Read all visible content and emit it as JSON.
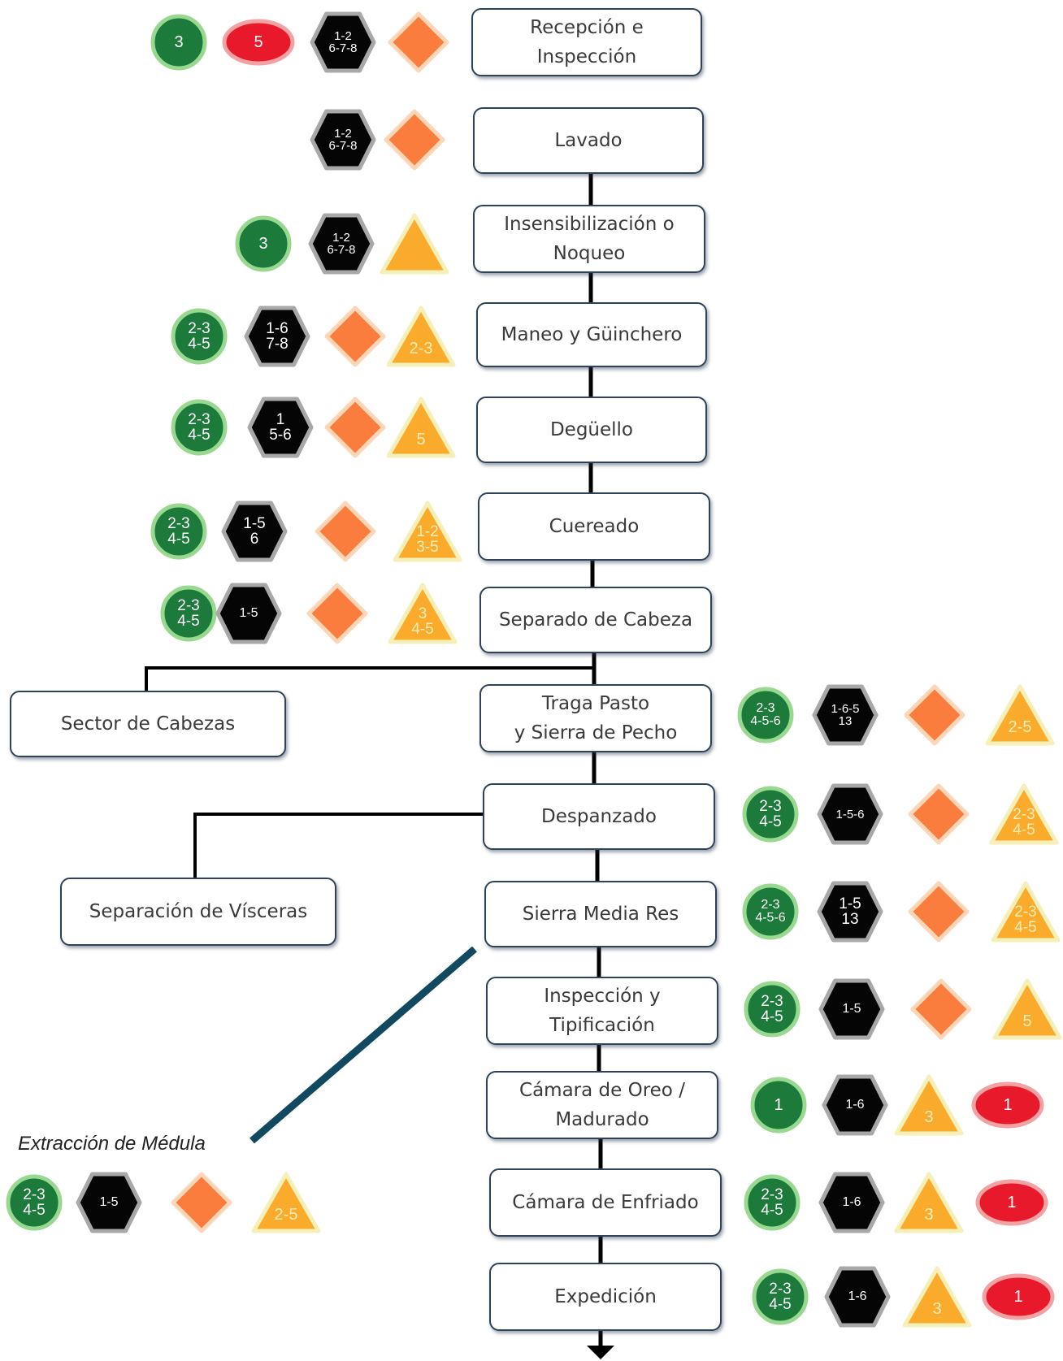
{
  "colors": {
    "green_fill": "#1c7a3a",
    "green_ring": "#98d890",
    "red_fill": "#e8192b",
    "red_ring": "#f2a2a2",
    "hex_fill": "#050505",
    "hex_ring": "#a8a8a8",
    "diamond_fill": "#fb7d3e",
    "diamond_ring": "#fcd6b6",
    "triangle_fill": "#fbab2c",
    "triangle_ring": "#f7efb8",
    "connector": "#000000",
    "slash_line": "#114a60"
  },
  "steps": [
    {
      "id": "recepcion",
      "label": "Recepción e\nInspección"
    },
    {
      "id": "lavado",
      "label": "Lavado"
    },
    {
      "id": "insensibilizacion",
      "label": "Insensibilización o\nNoqueo"
    },
    {
      "id": "maneo",
      "label": "Maneo y Güinchero"
    },
    {
      "id": "deguello",
      "label": "Degüello"
    },
    {
      "id": "cuereado",
      "label": "Cuereado"
    },
    {
      "id": "separado-cabeza",
      "label": "Separado de Cabeza"
    },
    {
      "id": "traga-pasto",
      "label": "Traga Pasto\ny Sierra de Pecho"
    },
    {
      "id": "despanzado",
      "label": "Despanzado"
    },
    {
      "id": "sierra-media-res",
      "label": "Sierra Media Res"
    },
    {
      "id": "inspeccion-tipificacion",
      "label": "Inspección y\nTipificación"
    },
    {
      "id": "camara-oreo",
      "label": "Cámara de Oreo /\nMadurado"
    },
    {
      "id": "camara-enfriado",
      "label": "Cámara de Enfriado"
    },
    {
      "id": "expedicion",
      "label": "Expedición"
    }
  ],
  "branches": [
    {
      "id": "sector-cabezas",
      "label": "Sector de Cabezas"
    },
    {
      "id": "separacion-visceras",
      "label": "Separación de Vísceras"
    }
  ],
  "caption": "Extracción de Médula",
  "symbols": [
    {
      "row": "recepcion",
      "items": [
        {
          "shape": "circle-green",
          "text": "3"
        },
        {
          "shape": "oval-red",
          "text": "5"
        },
        {
          "shape": "hexagon",
          "text": "1-2\n6-7-8"
        },
        {
          "shape": "diamond",
          "text": ""
        }
      ]
    },
    {
      "row": "lavado",
      "items": [
        {
          "shape": "hexagon",
          "text": "1-2\n6-7-8"
        },
        {
          "shape": "diamond",
          "text": ""
        }
      ]
    },
    {
      "row": "insensibilizacion",
      "items": [
        {
          "shape": "circle-green",
          "text": "3"
        },
        {
          "shape": "hexagon",
          "text": "1-2\n6-7-8"
        },
        {
          "shape": "triangle",
          "text": ""
        }
      ]
    },
    {
      "row": "maneo",
      "items": [
        {
          "shape": "circle-green",
          "text": "2-3\n4-5"
        },
        {
          "shape": "hexagon",
          "text": "1-6\n7-8"
        },
        {
          "shape": "diamond",
          "text": ""
        },
        {
          "shape": "triangle",
          "text": "2-3"
        }
      ]
    },
    {
      "row": "deguello",
      "items": [
        {
          "shape": "circle-green",
          "text": "2-3\n4-5"
        },
        {
          "shape": "hexagon",
          "text": "1\n5-6"
        },
        {
          "shape": "diamond",
          "text": ""
        },
        {
          "shape": "triangle",
          "text": "5"
        }
      ]
    },
    {
      "row": "cuereado",
      "items": [
        {
          "shape": "circle-green",
          "text": "2-3\n4-5"
        },
        {
          "shape": "hexagon",
          "text": "1-5\n6"
        },
        {
          "shape": "diamond",
          "text": ""
        },
        {
          "shape": "triangle",
          "text": "1-2\n3-5"
        }
      ]
    },
    {
      "row": "separado-cabeza",
      "items": [
        {
          "shape": "circle-green",
          "text": "2-3\n4-5"
        },
        {
          "shape": "hexagon",
          "text": "1-5"
        },
        {
          "shape": "diamond",
          "text": ""
        },
        {
          "shape": "triangle",
          "text": "3\n4-5"
        }
      ]
    },
    {
      "row": "traga-pasto",
      "items": [
        {
          "shape": "circle-green",
          "text": "2-3\n4-5-6"
        },
        {
          "shape": "hexagon",
          "text": "1-6-5\n13"
        },
        {
          "shape": "diamond",
          "text": ""
        },
        {
          "shape": "triangle",
          "text": "2-5"
        }
      ]
    },
    {
      "row": "despanzado",
      "items": [
        {
          "shape": "circle-green",
          "text": "2-3\n4-5"
        },
        {
          "shape": "hexagon",
          "text": "1-5-6"
        },
        {
          "shape": "diamond",
          "text": ""
        },
        {
          "shape": "triangle",
          "text": "2-3\n4-5"
        }
      ]
    },
    {
      "row": "sierra-media-res",
      "items": [
        {
          "shape": "circle-green",
          "text": "2-3\n4-5-6"
        },
        {
          "shape": "hexagon",
          "text": "1-5\n13"
        },
        {
          "shape": "diamond",
          "text": ""
        },
        {
          "shape": "triangle",
          "text": "2-3\n4-5"
        }
      ]
    },
    {
      "row": "inspeccion-tipificacion",
      "items": [
        {
          "shape": "circle-green",
          "text": "2-3\n4-5"
        },
        {
          "shape": "hexagon",
          "text": "1-5"
        },
        {
          "shape": "diamond",
          "text": ""
        },
        {
          "shape": "triangle",
          "text": "5"
        }
      ]
    },
    {
      "row": "camara-oreo",
      "items": [
        {
          "shape": "circle-green",
          "text": "1"
        },
        {
          "shape": "hexagon",
          "text": "1-6"
        },
        {
          "shape": "triangle",
          "text": "3"
        },
        {
          "shape": "oval-red",
          "text": "1"
        }
      ]
    },
    {
      "row": "camara-enfriado",
      "items": [
        {
          "shape": "circle-green",
          "text": "2-3\n4-5"
        },
        {
          "shape": "hexagon",
          "text": "1-6"
        },
        {
          "shape": "triangle",
          "text": "3"
        },
        {
          "shape": "oval-red",
          "text": "1"
        }
      ]
    },
    {
      "row": "expedicion",
      "items": [
        {
          "shape": "circle-green",
          "text": "2-3\n4-5"
        },
        {
          "shape": "hexagon",
          "text": "1-6"
        },
        {
          "shape": "triangle",
          "text": "3"
        },
        {
          "shape": "oval-red",
          "text": "1"
        }
      ]
    },
    {
      "row": "extraccion-medula",
      "items": [
        {
          "shape": "circle-green",
          "text": "2-3\n4-5"
        },
        {
          "shape": "hexagon",
          "text": "1-5"
        },
        {
          "shape": "diamond",
          "text": ""
        },
        {
          "shape": "triangle",
          "text": "2-5"
        }
      ]
    }
  ]
}
